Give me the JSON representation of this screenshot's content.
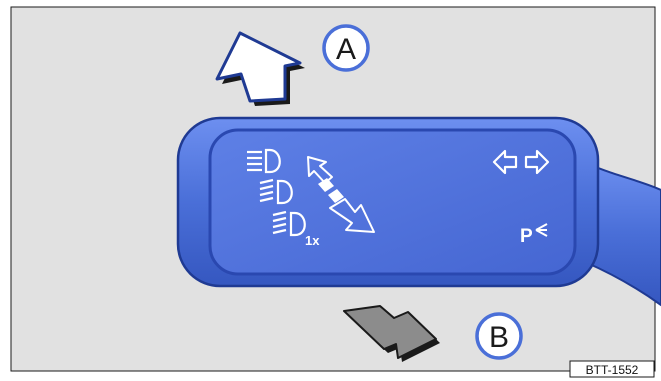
{
  "figure": {
    "callout_a": "A",
    "callout_b": "B",
    "reference_code": "BTT-1552",
    "parking_light_symbol": "P",
    "flash_symbol": "1x"
  },
  "icons": [
    "low-beam-headlight-icon",
    "high-beam-headlight-icon",
    "headlight-flash-icon",
    "turn-signal-arrows-icon",
    "parking-light-icon"
  ],
  "colors": {
    "background": "#e1e1e1",
    "stalk_body": "#4a6fd8",
    "stalk_outline": "#1f3a93",
    "symbols": "#ffffff",
    "arrow_a_fill": "#ffffff",
    "arrow_b_fill": "#8c8c8c",
    "callout_circle": "#4a6fd8"
  }
}
